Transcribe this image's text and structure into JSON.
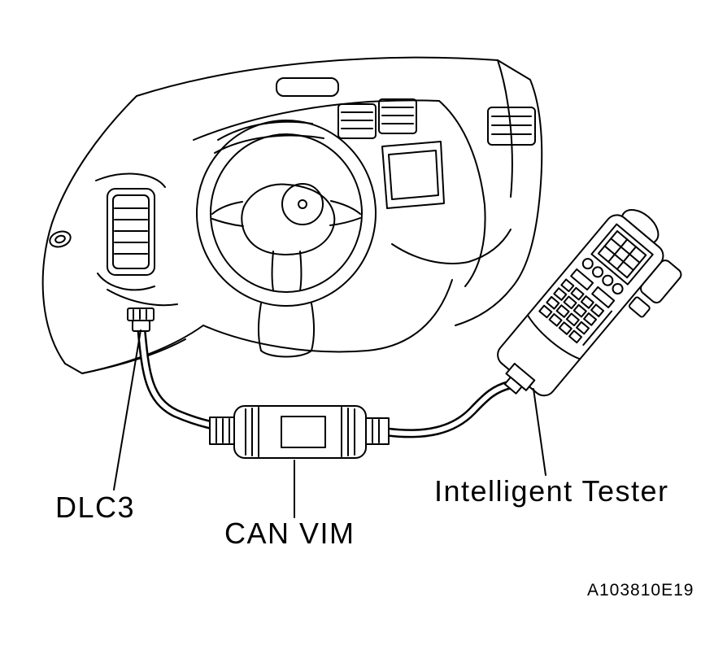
{
  "labels": {
    "dlc3": "DLC3",
    "can_vim": "CAN VIM",
    "intelligent_tester": "Intelligent Tester"
  },
  "figure_code": "A103810E19",
  "colors": {
    "line": "#000000",
    "background": "#ffffff"
  },
  "diagram_parts": [
    "dashboard-illustration",
    "steering-wheel",
    "dlc3-connector",
    "dlc3-cable",
    "can-vim-module",
    "tester-cable",
    "intelligent-tester-device"
  ]
}
